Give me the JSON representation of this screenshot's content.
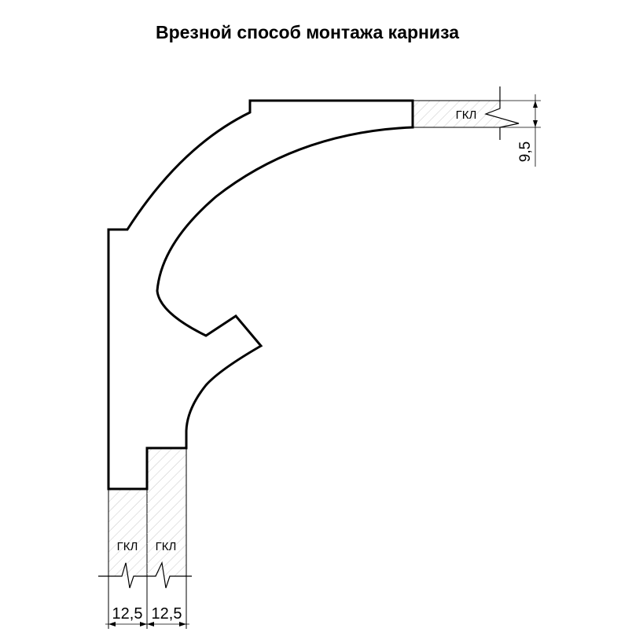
{
  "title": "Врезной способ монтажа карниза",
  "labels": {
    "gkl_ceiling": "ГКЛ",
    "gkl_wall_1": "ГКЛ",
    "gkl_wall_2": "ГКЛ"
  },
  "dimensions": {
    "ceiling_thickness": "9,5",
    "wall_layer_1": "12,5",
    "wall_layer_2": "12,5"
  }
}
